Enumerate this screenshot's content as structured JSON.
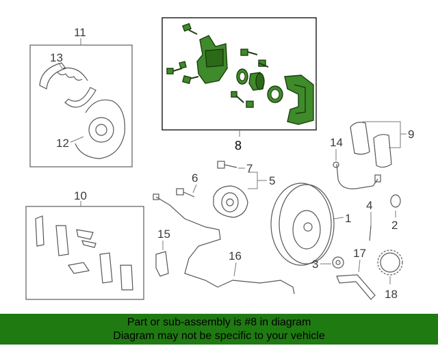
{
  "diagram": {
    "labels": {
      "p1": "1",
      "p2": "2",
      "p3": "3",
      "p4": "4",
      "p5": "5",
      "p6": "6",
      "p7": "7",
      "p8": "8",
      "p9": "9",
      "p10": "10",
      "p11": "11",
      "p12": "12",
      "p13": "13",
      "p14": "14",
      "p15": "15",
      "p16": "16",
      "p17": "17",
      "p18": "18"
    },
    "highlight_part": "8",
    "colors": {
      "highlight": "#3f8a2a",
      "footer": "#1f7a12",
      "line": "#555555"
    }
  },
  "footer": {
    "line1": "Part or sub-assembly is #8 in diagram",
    "line2": "Diagram may not be specific to your vehicle"
  }
}
